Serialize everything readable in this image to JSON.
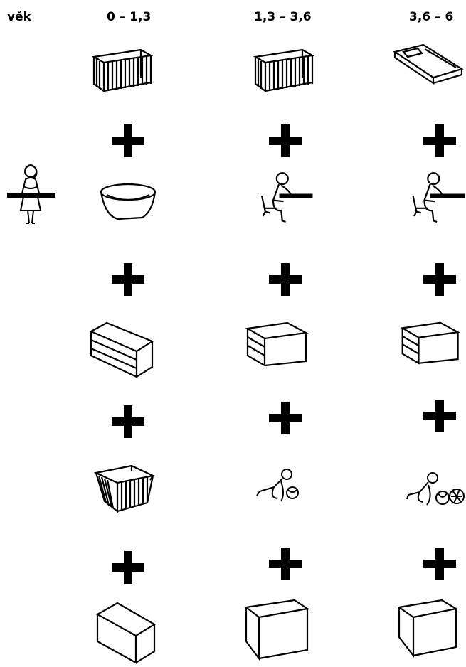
{
  "header": {
    "age_label": "věk",
    "columns": [
      "0 – 1,3",
      "1,3 – 3,6",
      "3,6 – 6"
    ]
  },
  "rows": [
    {
      "icons": [
        "playpen-crib-icon",
        "playpen-crib-icon",
        "low-bed-icon"
      ]
    },
    {
      "icons": [
        "baby-bath-icon",
        "child-at-table-icon",
        "child-at-table-icon"
      ]
    },
    {
      "icons": [
        "chest-of-drawers-icon",
        "chest-of-drawers-icon",
        "chest-of-drawers-icon"
      ]
    },
    {
      "icons": [
        "open-playpen-icon",
        "crawling-child-icon",
        "crawling-child-with-toys-icon"
      ]
    },
    {
      "icons": [
        "storage-box-icon",
        "storage-box-icon",
        "storage-box-icon"
      ]
    }
  ],
  "side_figure": "mother-at-changing-table-icon"
}
